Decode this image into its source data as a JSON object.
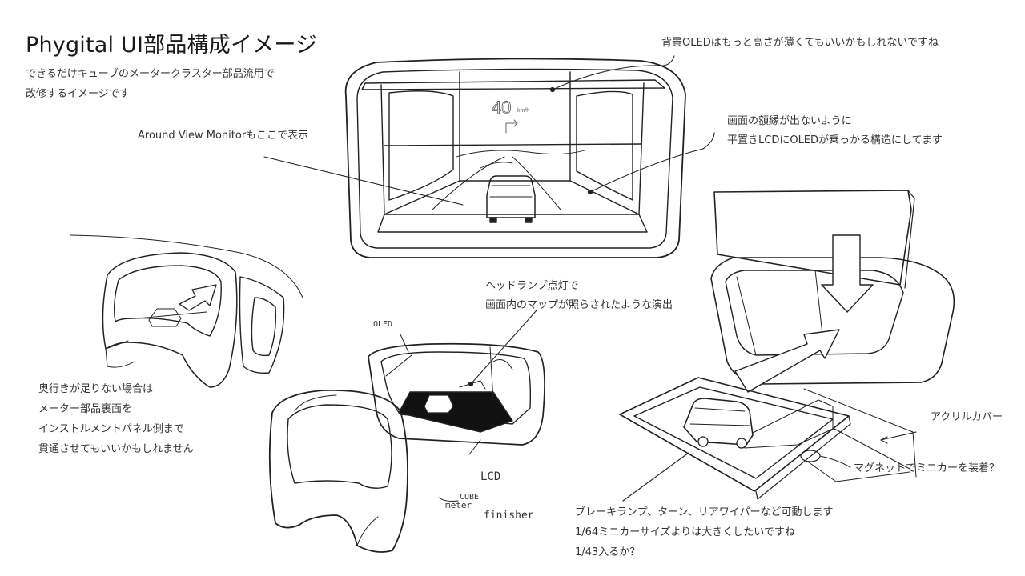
{
  "title": "Phygital UI部品構成イメージ",
  "subtitle_lines": [
    "できるだけキューブのメータークラスター部品流用で",
    "改修するイメージです"
  ],
  "annotations": {
    "around_view": "Around View Monitorもここで表示",
    "oled_bg": "背景OLEDはもっと高さが薄くてもいいかもしれないですね",
    "bezel_lines": [
      "画面の額縁が出ないように",
      "平置きLCDにOLEDが乗っかる構造にしてます"
    ],
    "headlamp_lines": [
      "ヘッドランプ点灯で",
      "画面内のマップが照らされたような演出"
    ],
    "depth_lines": [
      "奥行きが足りない場合は",
      "メーター部品裏面を",
      "インストルメントパネル側まで",
      "貫通させてもいいかもしれません"
    ],
    "acrylic": "アクリルカバー",
    "magnet": "マグネットでミニカーを装着？",
    "minicar_lines": [
      "ブレーキランプ、ターン、リアワイパーなど可動します",
      "1/64ミニカーサイズよりは大きくしたいですね",
      "1/43入るか？"
    ]
  },
  "sketch_labels": {
    "speed": "40",
    "speed_unit": "km/h",
    "oled": "OLED",
    "lcd": "LCD",
    "cube_line1": "CUBE",
    "cube_line2": "meter",
    "cube_line3": "finisher"
  }
}
